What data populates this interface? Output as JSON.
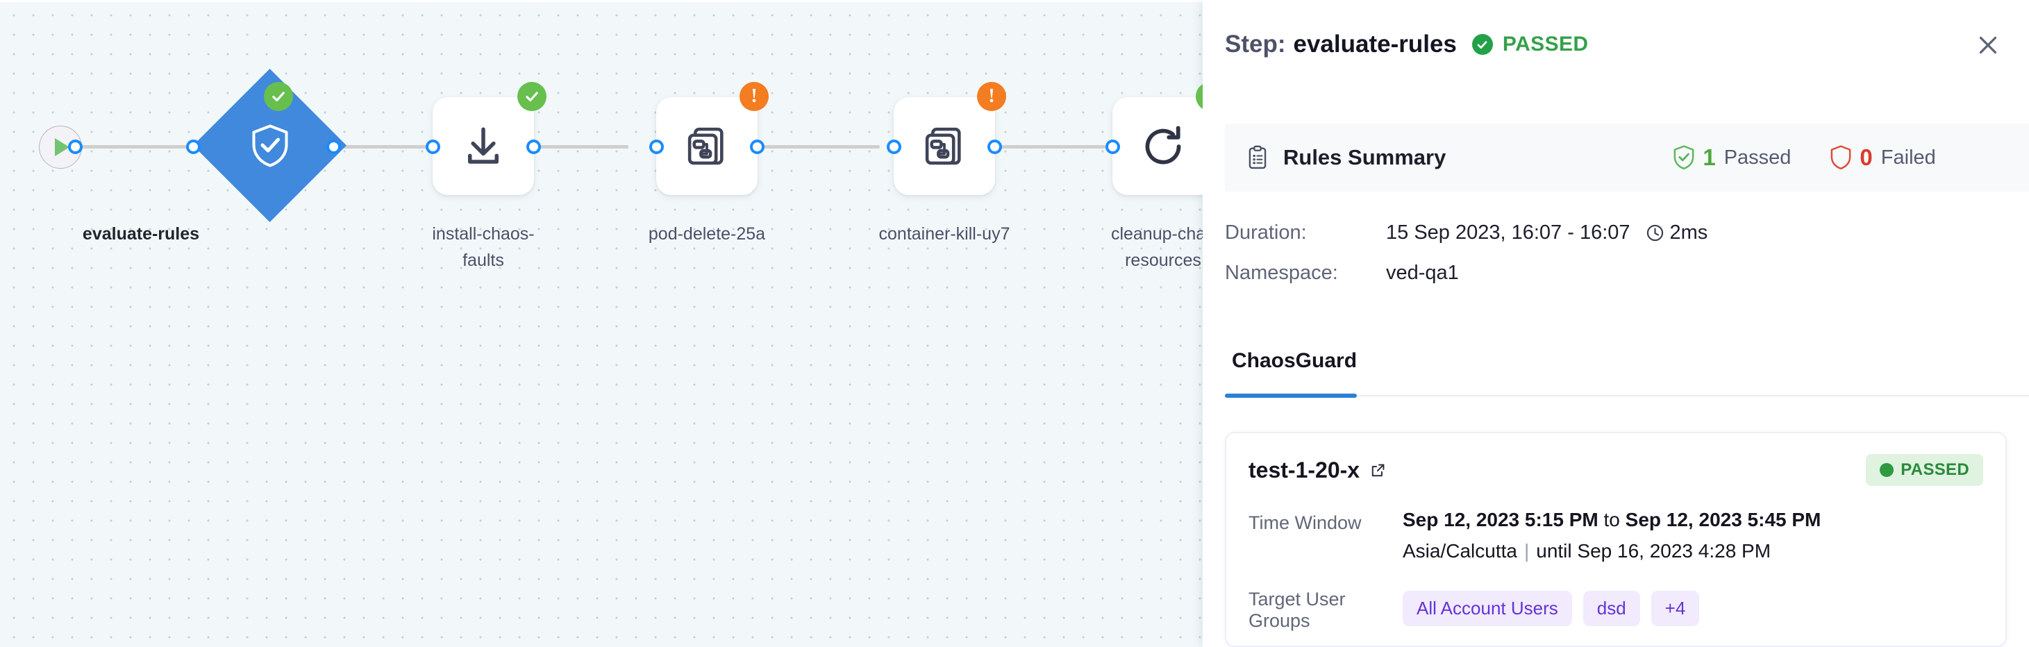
{
  "canvas": {
    "start_node": {
      "icon": "play-icon",
      "label": ""
    },
    "nodes": [
      {
        "id": "evaluate-rules",
        "label": "evaluate-rules",
        "shape": "diamond",
        "icon": "shield-check-icon",
        "status": "success",
        "selected": true
      },
      {
        "id": "install-chaos-faults",
        "label": "install-chaos-\nfaults",
        "label_line1": "install-chaos-",
        "label_line2": "faults",
        "shape": "card",
        "icon": "download-icon",
        "status": "success",
        "selected": false
      },
      {
        "id": "pod-delete-25a",
        "label": "pod-delete-25a",
        "label_line1": "pod-delete-25a",
        "label_line2": "",
        "shape": "card",
        "icon": "chaos-fault-icon",
        "status": "warning",
        "selected": false
      },
      {
        "id": "container-kill-uy7",
        "label": "container-kill-uy7",
        "label_line1": "container-kill-uy7",
        "label_line2": "",
        "shape": "card",
        "icon": "chaos-fault-icon",
        "status": "warning",
        "selected": false
      },
      {
        "id": "cleanup-chaos-resources",
        "label": "cleanup-chaos-resources",
        "label_line1": "cleanup-chao",
        "label_line2": "resources",
        "shape": "card",
        "icon": "refresh-icon",
        "status": "success",
        "selected": false
      }
    ]
  },
  "panel": {
    "header": {
      "step_prefix": "Step:",
      "step_name": "evaluate-rules",
      "status_text": "PASSED",
      "status_color": "#36a04a",
      "close_icon": "close-icon"
    },
    "rules_summary": {
      "icon": "clipboard-icon",
      "title": "Rules Summary",
      "passed_count": "1",
      "passed_label": "Passed",
      "passed_color": "#4aa83a",
      "failed_count": "0",
      "failed_label": "Failed",
      "failed_color": "#d93b2b"
    },
    "meta": [
      {
        "key": "Duration:",
        "value": "15 Sep 2023, 16:07 - 16:07",
        "extra": "2ms",
        "icon": "clock-icon"
      },
      {
        "key": "Namespace:",
        "value": "ved-qa1",
        "extra": "",
        "icon": ""
      }
    ],
    "tabs": [
      {
        "label": "ChaosGuard",
        "active": true
      }
    ],
    "result_card": {
      "name": "test-1-20-x",
      "external_link_icon": "external-link-icon",
      "status_badge": "PASSED",
      "status_badge_color": "#2a8a3a",
      "rows": [
        {
          "key": "Time Window",
          "value_start": "Sep 12, 2023 5:15 PM",
          "value_joiner": " to ",
          "value_end": "Sep 12, 2023 5:45 PM",
          "sub_timezone": "Asia/Calcutta",
          "sub_until": "until Sep 16, 2023 4:28 PM"
        }
      ],
      "target_user_groups_label": "Target User Groups",
      "target_user_groups": [
        "All Account Users",
        "dsd",
        "+4"
      ]
    }
  },
  "colors": {
    "accent_blue": "#2b7fd4",
    "node_blue": "#4089dd",
    "success_green": "#67bf4e",
    "warning_orange": "#f47c21",
    "chip_purple": "#6433d6",
    "canvas_bg": "#f2f8fa"
  }
}
